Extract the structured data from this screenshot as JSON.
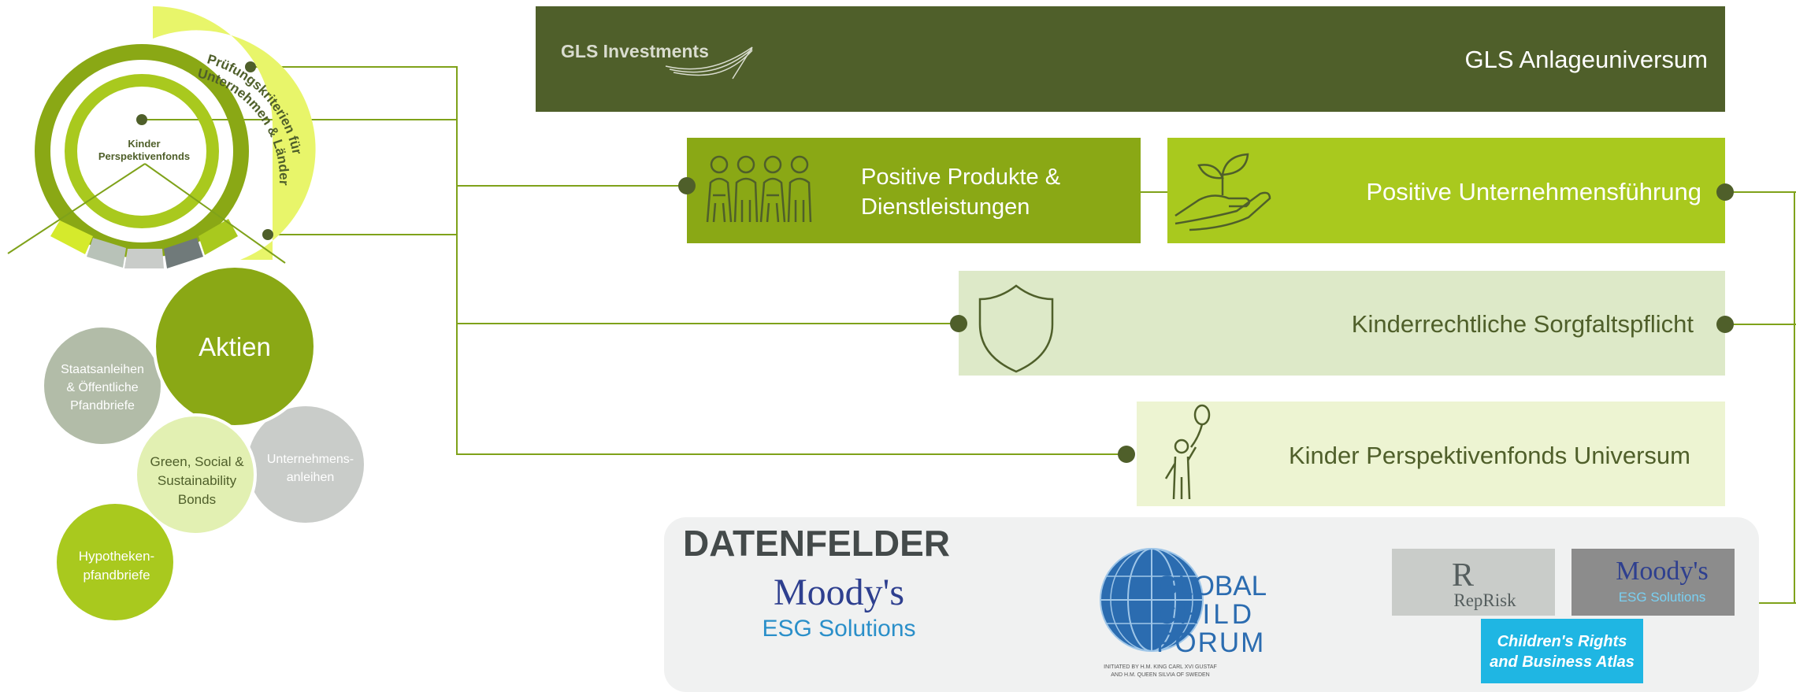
{
  "colors": {
    "dark_olive": "#4f5f2a",
    "olive": "#8aa815",
    "lime": "#a9c91e",
    "light_lime": "#dde9c8",
    "pale_lime": "#edf4d2",
    "yellow": "#e8f56a",
    "gray_light": "#c9ccc9",
    "gray_mid": "#b0b8b0",
    "gray_dark": "#707a7a",
    "datenfelder_bg": "#f0f1f1",
    "connector": "#7fa21a",
    "node": "#4f5f2a"
  },
  "ring": {
    "center_label_line1": "Kinder",
    "center_label_line2": "Perspektivenfonds",
    "arc_label_line1": "Prüfungskriterien für",
    "arc_label_line2": "Unternehmen & Länder"
  },
  "bubbles": {
    "aktien": "Aktien",
    "staatsanleihen": [
      "Staatsanleihen",
      "& Öffentliche",
      "Pfandbriefe"
    ],
    "green_social": [
      "Green, Social &",
      "Sustainability",
      "Bonds"
    ],
    "unternehmensanleihen": [
      "Unternehmens-",
      "anleihen"
    ],
    "hypotheken": [
      "Hypotheken-",
      "pfandbriefe"
    ]
  },
  "header": {
    "logo_text": "GLS Investments",
    "title": "GLS Anlageuniversum"
  },
  "boxes": {
    "positive_produkte": [
      "Positive Produkte &",
      "Dienstleistungen"
    ],
    "positive_unternehmensfuehrung": "Positive Unternehmensführung",
    "sorgfaltspflicht": "Kinderrechtliche Sorgfaltspflicht",
    "universum": "Kinder Perspektivenfonds Universum"
  },
  "datenfelder": {
    "title": "DATENFELDER",
    "moodys_wordmark": "Moody's",
    "moodys_sub": "ESG Solutions",
    "gcf_line1": "GLOBAL",
    "gcf_line2": "CHILD",
    "gcf_line3": "FORUM",
    "gcf_initiated_line1": "INITIATED BY H.M. KING CARL XVI GUSTAF",
    "gcf_initiated_line2": "AND H.M. QUEEN SILVIA OF SWEDEN",
    "reprisk_mark": "R",
    "reprisk": "RepRisk",
    "moodys_small_wordmark": "Moody's",
    "moodys_small_sub": "ESG Solutions",
    "atlas_line1": "Children's Rights",
    "atlas_line2": "and Business Atlas"
  }
}
